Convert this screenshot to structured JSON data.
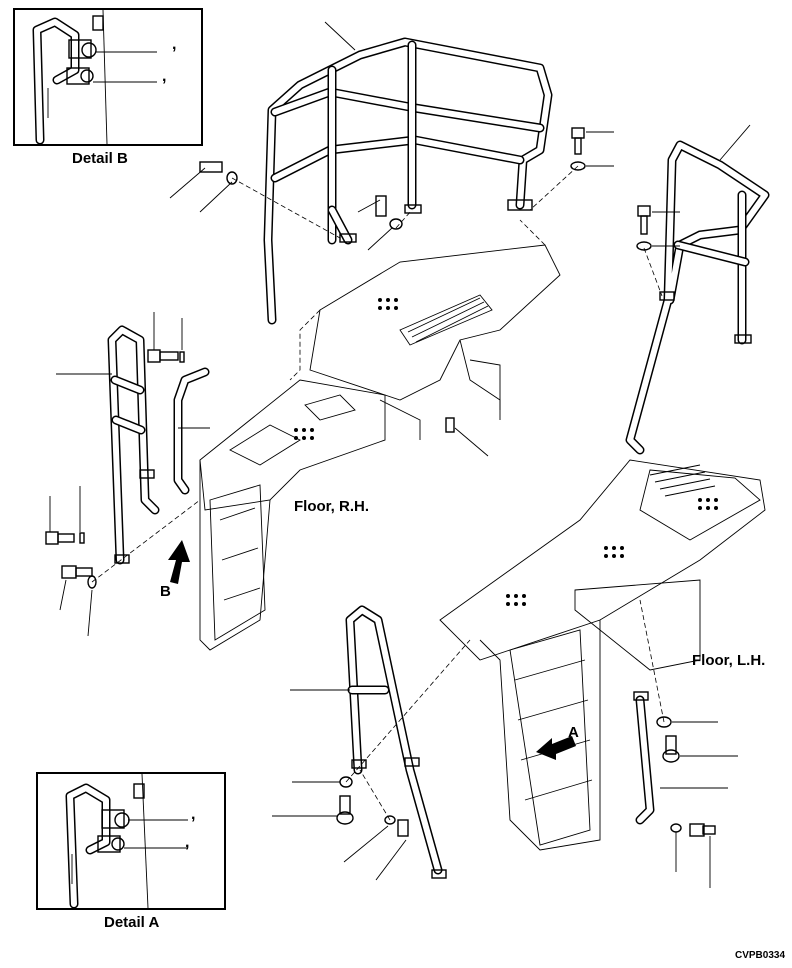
{
  "labels": {
    "detail_b": "Detail B",
    "detail_a": "Detail A",
    "floor_rh": "Floor, R.H.",
    "floor_lh": "Floor, L.H.",
    "arrow_a": "A",
    "arrow_b": "B",
    "drawing_code": "CVPB0334",
    "comma": ","
  }
}
